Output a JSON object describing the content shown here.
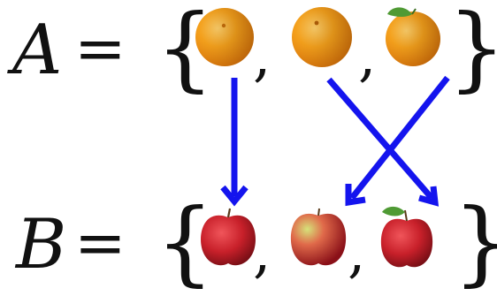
{
  "set_a": {
    "name": "A",
    "equals": "=",
    "open_brace": "{",
    "close_brace": "}",
    "separator": ",",
    "elements": [
      "orange-icon",
      "orange-icon",
      "orange-with-leaf-icon"
    ]
  },
  "set_b": {
    "name": "B",
    "equals": "=",
    "open_brace": "{",
    "close_brace": "}",
    "separator": ",",
    "elements": [
      "red-apple-icon",
      "red-green-apple-icon",
      "red-apple-with-leaf-icon"
    ]
  },
  "mapping": [
    {
      "from": 1,
      "to": 1
    },
    {
      "from": 2,
      "to": 3
    },
    {
      "from": 3,
      "to": 2
    }
  ],
  "colors": {
    "arrow": "#1414ee",
    "orange": "#f39a1a",
    "apple_red": "#c8202a",
    "apple_green": "#8fb83a",
    "leaf": "#3f8f2f",
    "text": "#111111"
  }
}
